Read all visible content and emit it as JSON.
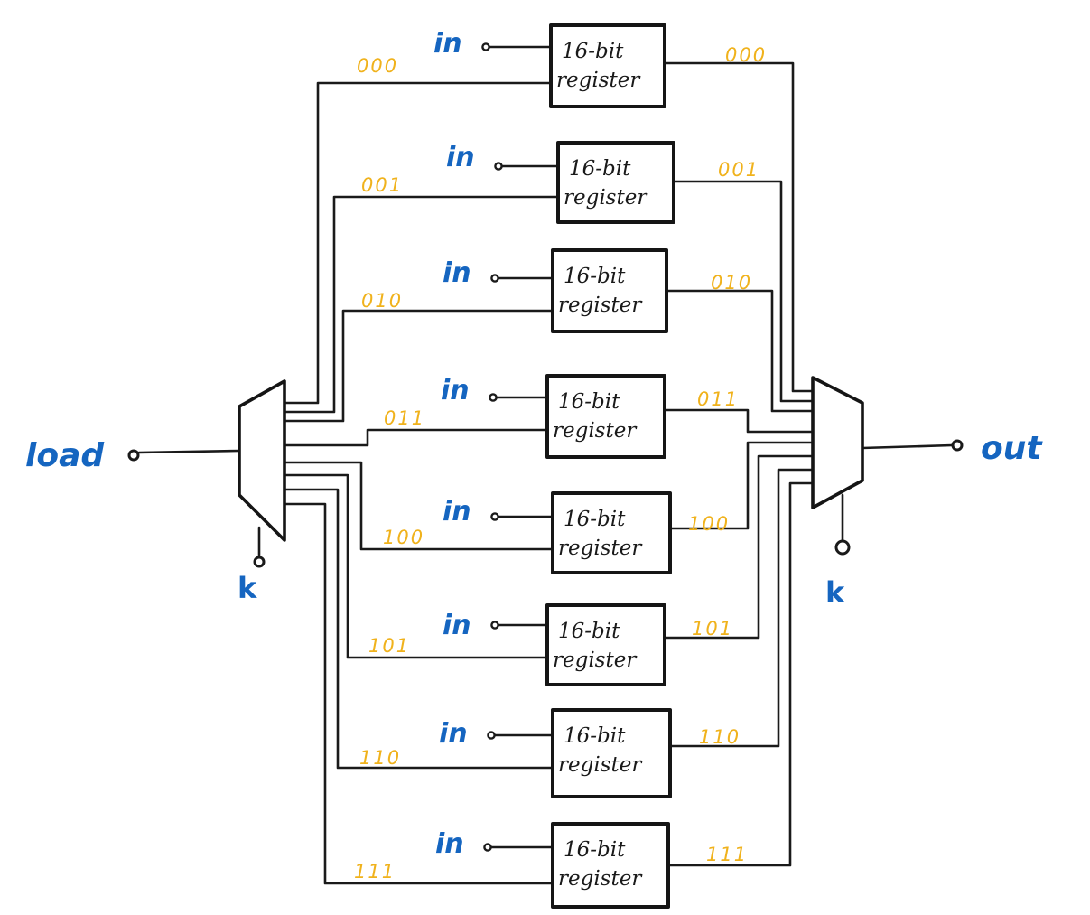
{
  "diagram": {
    "load_label": "load",
    "out_label": "out",
    "demux_select_label": "k",
    "mux_select_label": "k",
    "registers": [
      {
        "input_label": "in",
        "line1": "16-bit",
        "line2": "register",
        "address_in": "000",
        "address_out": "000"
      },
      {
        "input_label": "in",
        "line1": "16-bit",
        "line2": "register",
        "address_in": "001",
        "address_out": "001"
      },
      {
        "input_label": "in",
        "line1": "16-bit",
        "line2": "register",
        "address_in": "010",
        "address_out": "010"
      },
      {
        "input_label": "in",
        "line1": "16-bit",
        "line2": "register",
        "address_in": "011",
        "address_out": "011"
      },
      {
        "input_label": "in",
        "line1": "16-bit",
        "line2": "register",
        "address_in": "100",
        "address_out": "100"
      },
      {
        "input_label": "in",
        "line1": "16-bit",
        "line2": "register",
        "address_in": "101",
        "address_out": "101"
      },
      {
        "input_label": "in",
        "line1": "16-bit",
        "line2": "register",
        "address_in": "110",
        "address_out": "110"
      },
      {
        "input_label": "in",
        "line1": "16-bit",
        "line2": "register",
        "address_in": "111",
        "address_out": "111"
      }
    ],
    "colors": {
      "ink": "#1a1a1a",
      "label_blue": "#1565c0",
      "address_yellow": "#f0b21c"
    }
  }
}
